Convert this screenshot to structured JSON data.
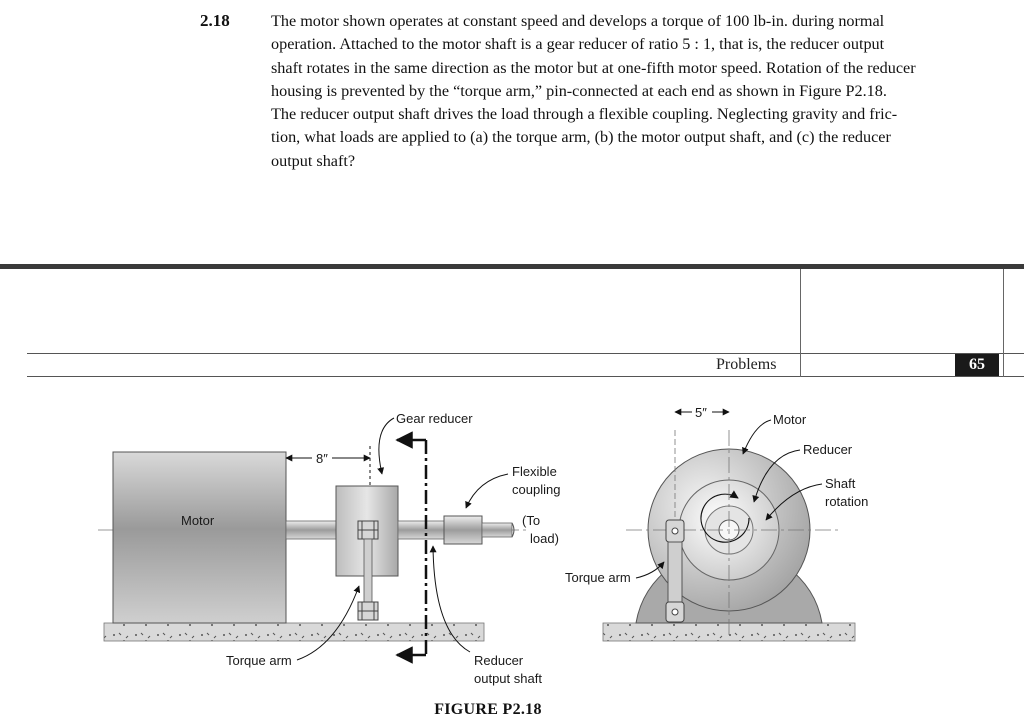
{
  "problem": {
    "number": "2.18",
    "lines": [
      "The motor shown operates at constant speed and develops a torque of 100 lb-in. during normal",
      "operation. Attached to the motor shaft is a gear reducer of ratio 5 : 1, that is, the reducer output",
      "shaft rotates in the same direction as the motor but at one-fifth motor speed. Rotation of the reducer",
      "housing is prevented by the “torque arm,” pin-connected at each end as shown in Figure P2.18.",
      "The reducer output shaft drives the load through a flexible coupling. Neglecting gravity and fric-",
      "tion, what loads are applied to (a) the torque arm, (b) the motor output shaft, and (c) the reducer",
      "output shaft?"
    ]
  },
  "page_header": {
    "running_head": "Problems",
    "page_number": "65"
  },
  "figure": {
    "caption": "FIGURE P2.18",
    "left_view": {
      "motor": "Motor",
      "gear_reducer": "Gear reducer",
      "dim_8": "8″",
      "flexible_1": "Flexible",
      "flexible_2": "coupling",
      "to_1": "(To",
      "to_2": "load)",
      "torque_arm": "Torque arm",
      "reducer_1": "Reducer",
      "reducer_2": "output shaft"
    },
    "right_view": {
      "dim_5": "5″",
      "motor": "Motor",
      "reducer": "Reducer",
      "shaft_1": "Shaft",
      "shaft_2": "rotation",
      "torque_arm": "Torque arm"
    }
  }
}
